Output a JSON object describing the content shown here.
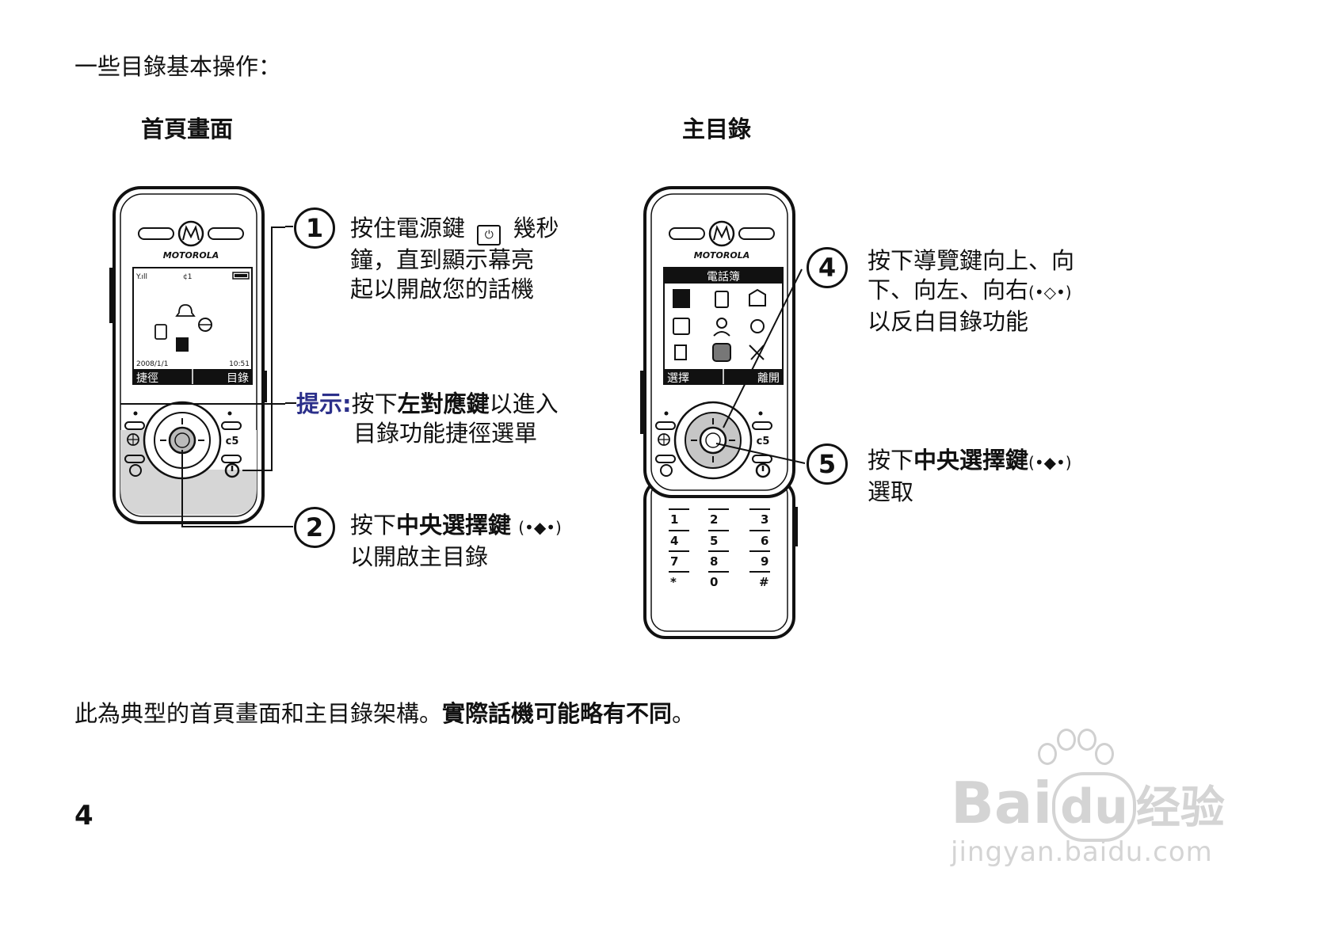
{
  "intro": "一些目錄基本操作：",
  "home_screen": {
    "heading": "首頁畫面",
    "brand": "MOTOROLA",
    "date": "2008/1/1",
    "time": "10:51",
    "soft_left": "捷徑",
    "soft_right": "目錄"
  },
  "main_menu": {
    "heading": "主目錄",
    "brand": "MOTOROLA",
    "screen_title": "電話簿",
    "soft_left": "選擇",
    "soft_right": "離開"
  },
  "callouts": {
    "c1": {
      "number": "1",
      "lines": [
        "按住電源鍵",
        "鐘，直到顯示幕亮",
        "起以開啟您的話機"
      ],
      "tail": "幾秒"
    },
    "hint": {
      "label": "提示:",
      "pre": "按下",
      "bold": "左對應鍵",
      "post": "以進入",
      "line2": "目錄功能捷徑選單"
    },
    "c2": {
      "number": "2",
      "pre": "按下",
      "bold": "中央選擇鍵",
      "line2": "以開啟主目錄"
    },
    "c4": {
      "number": "4",
      "lines": [
        "按下導覽鍵向上、向",
        "下、向左、向右",
        "以反白目錄功能"
      ]
    },
    "c5": {
      "number": "5",
      "pre": "按下",
      "bold": "中央選擇鍵",
      "line2": "選取"
    }
  },
  "keypad": [
    [
      "1",
      "2",
      "3"
    ],
    [
      "4",
      "5",
      "6"
    ],
    [
      "7",
      "8",
      "9"
    ],
    [
      "*",
      "0",
      "#"
    ]
  ],
  "footer": {
    "normal": "此為典型的首頁畫面和主目錄架構。",
    "bold": "實際話機可能略有不同",
    "end": "。"
  },
  "page_number": "4",
  "watermark": {
    "brand": "Bai",
    "brand2": "du",
    "brand_cn": "经验",
    "url": "jingyan.baidu.com"
  }
}
